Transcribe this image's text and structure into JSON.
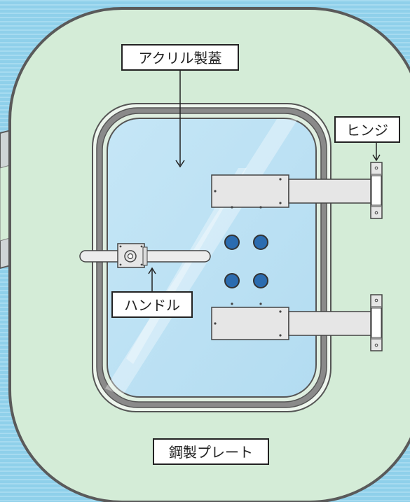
{
  "labels": {
    "acrylic_lid": "アクリル製蓋",
    "hinge": "ヒンジ",
    "handle": "ハンドル",
    "steel_plate": "鋼製プレート"
  },
  "colors": {
    "background": "#8fd0ea",
    "background_stripe": "#a8dcf1",
    "plate_fill": "#d4ecd7",
    "plate_stroke": "#5a5a5a",
    "glass_fill": "#bfe3f4",
    "gasket": "#8a8a8a",
    "metal": "#e6e6e6",
    "knob": "#2b6cb0",
    "label_box": "#ffffff"
  },
  "icons": [
    "hinge-icon",
    "handle-icon",
    "bolt-icon"
  ]
}
